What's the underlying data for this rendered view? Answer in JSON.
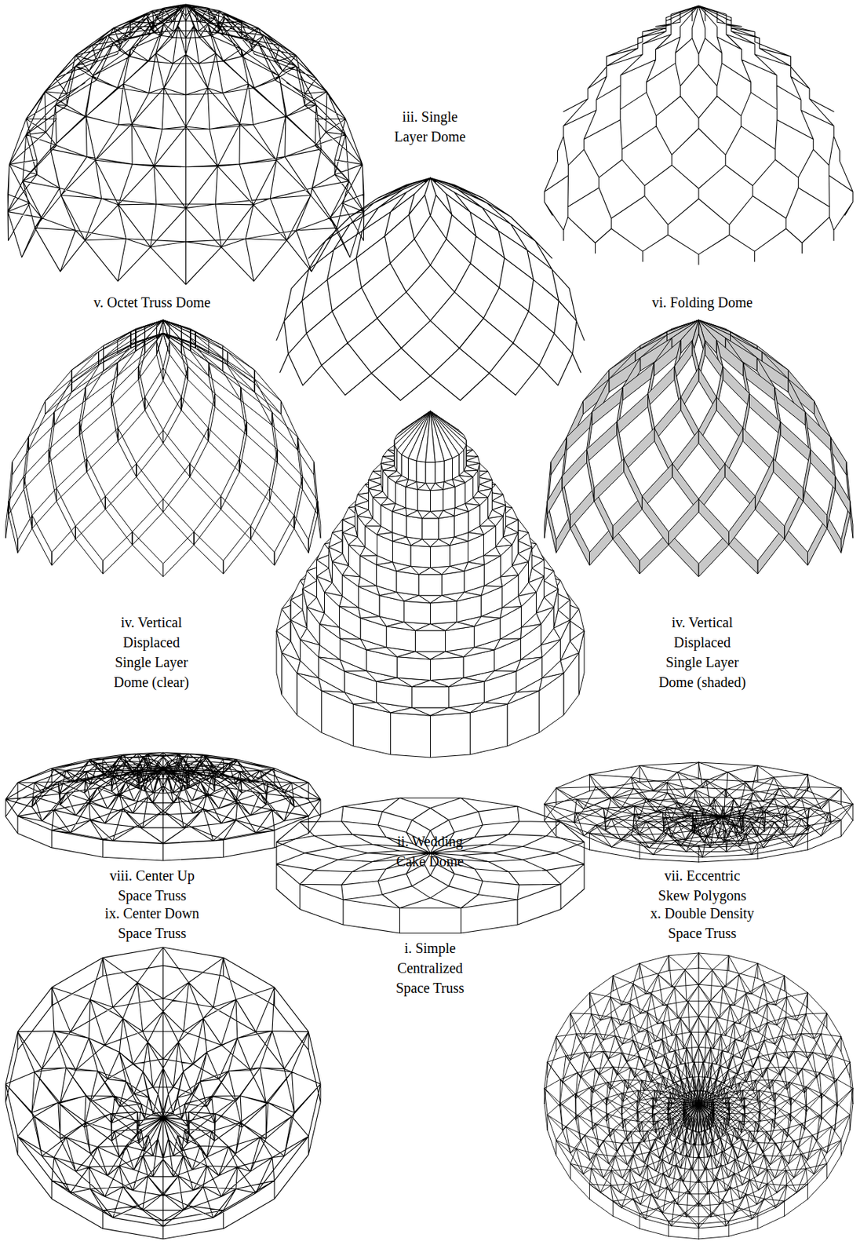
{
  "diagram": {
    "labels": [
      "iii. Single Layer Dome",
      "v. Octet Truss Dome",
      "vi. Folding Dome",
      "iv. Vertical Displaced Single Layer Dome (clear)",
      "iv. Vertical Displaced Single Layer Dome (shaded)",
      "ii. Wedding Cake Dome",
      "viii. Center Up Space Truss",
      "vii. Eccentric Skew Polygons",
      "ix. Center Down Space Truss",
      "x. Double Density Space Truss",
      "i. Simple Centralized Space Truss"
    ]
  }
}
